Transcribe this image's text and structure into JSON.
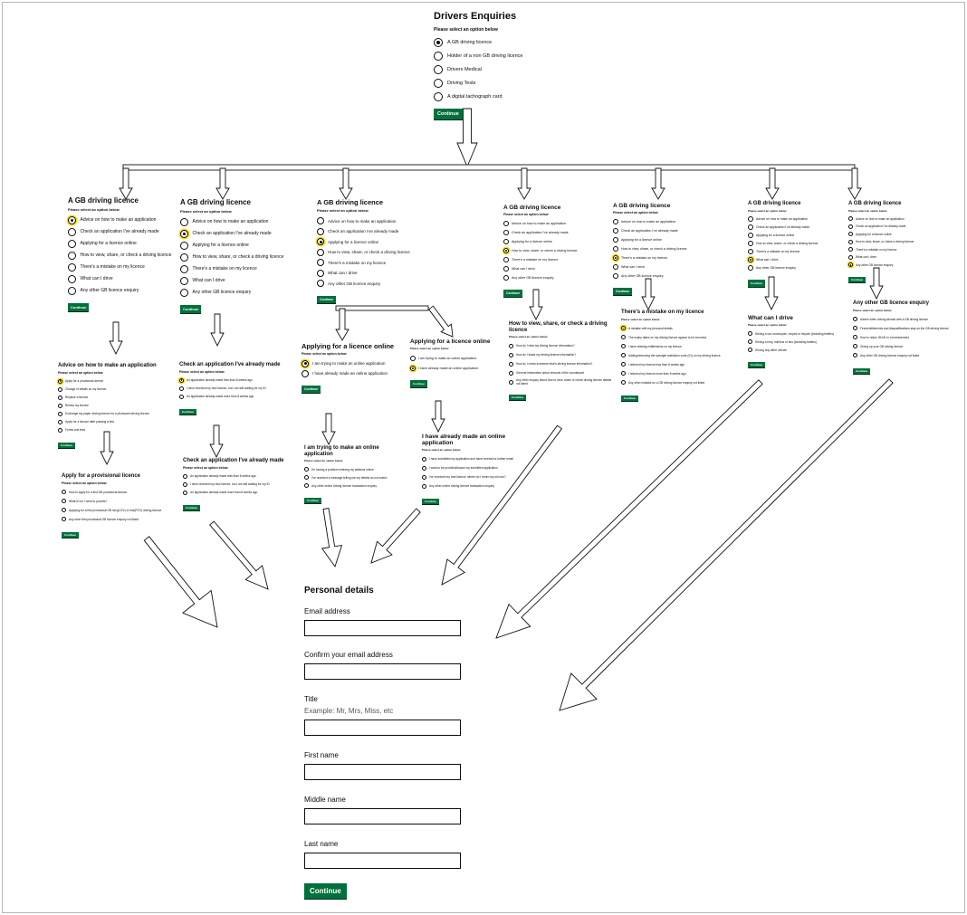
{
  "root": {
    "title": "Drivers Enquiries",
    "legend": "Please select an option below",
    "options": [
      "A GB driving licence",
      "Holder of a non GB driving licence",
      "Drivers Medical",
      "Driving Tests",
      "A digital tachograph card"
    ],
    "selected_index": 0,
    "button": "Continue"
  },
  "gb": {
    "title": "A GB driving licence",
    "legend": "Please select an option below",
    "options": [
      "Advice on how to make an application",
      "Check an application I've already made",
      "Applying for a licence online",
      "How to view, share, or check a driving licence",
      "There's a mistake on my licence",
      "What can I drive",
      "Any other GB licence enquiry"
    ],
    "button": "Continue"
  },
  "advice": {
    "title": "Advice on how to make an application",
    "legend": "Please select an option below",
    "options": [
      "Apply for a provisional licence",
      "Change of details on my licence",
      "Replace a licence",
      "Renew my licence",
      "Exchange my paper driving licence for a photocard driving licence",
      "Apply for a licence after passing a test",
      "Forms and fees"
    ],
    "button": "Continue"
  },
  "provisional": {
    "title": "Apply for a provisional licence",
    "legend": "Please select an option below",
    "options": [
      "How to apply for a first GB provisional licence",
      "What ID do I need to provide?",
      "Applying for a first provisional GB lorry(LGV) or bus(PCV) driving licence",
      "Any other first provisional GB licence enquiry not listed"
    ],
    "button": "Continue"
  },
  "check1": {
    "title": "Check an application I've already made",
    "legend": "Please select an option below",
    "options": [
      "An application already made less than 8 weeks ago",
      "I have received my new licence, but I am still waiting for my ID",
      "An application already made more than 8 weeks ago"
    ],
    "button": "Continue"
  },
  "check2": {
    "title": "Check an application I've already made",
    "legend": "Please select an option below",
    "options": [
      "An application already made less than 8 weeks ago",
      "I have received my new licence, but I am still waiting for my ID",
      "An application already made more than 8 weeks ago"
    ],
    "button": "Continue"
  },
  "online1": {
    "title": "Applying for a licence online",
    "legend": "Please select an option below",
    "options": [
      "I am trying to make an online application",
      "I have already made an online application"
    ],
    "button": "Continue"
  },
  "online2": {
    "title": "Applying for a licence online",
    "legend": "Please select an option below",
    "options": [
      "I am trying to make an online application",
      "I have already made an online application"
    ],
    "button": "Continue"
  },
  "trying": {
    "title": "I am trying to make an online application",
    "legend": "Please select an option below",
    "options": [
      "I'm having a problem entering my address online",
      "I've received a message telling me my details do not match",
      "Any other online driving licence transaction enquiry"
    ],
    "button": "Continue"
  },
  "already": {
    "title": "I have already made an online application",
    "legend": "Please select an option below",
    "options": [
      "I have submitted my application and have received a further email",
      "I want to be provided/cancel my submitted application",
      "I've received my new licence, where do I return my old one?",
      "Any other online driving licence transaction enquiry"
    ],
    "button": "Continue"
  },
  "view": {
    "title": "How to view, share, or check a driving licence",
    "legend": "Please select an option below",
    "options": [
      "How do I view my driving licence information?",
      "How do I share my driving licence information?",
      "How do I check someone else's driving licence information?",
      "General information about removal of the counterpart",
      "Any other enquiry about how to view, share or check driving licence details not listed"
    ],
    "button": "Continue"
  },
  "mistake": {
    "title": "There's a mistake on my licence",
    "legend": "Please select an option below",
    "options": [
      "A mistake with my personal details",
      "The expiry dates on my driving licence appear to be incorrect",
      "I have missing entitlements on my licence",
      "Adding/removing the eyesight restriction code (01) on my driving licence",
      "I returned my licence less than 8 weeks ago",
      "I returned my licence more than 8 weeks ago",
      "Any other mistake on a GB driving licence enquiry not listed"
    ],
    "button": "Continue"
  },
  "drive": {
    "title": "What can I drive",
    "legend": "Please select an option below",
    "options": [
      "Driving a car, motorcycle, moped or tricycle (including trailers)",
      "Driving a lorry, minibus or bus (including trailers)",
      "Driving any other vehicle"
    ],
    "button": "Continue"
  },
  "other": {
    "title": "Any other GB licence enquiry",
    "legend": "Please select an option below",
    "options": [
      "Advice when driving abroad with a GB driving licence",
      "Fees/entitlements and disqualifications stay on the GB driving licence",
      "How to return ID/UK in a bereavement",
      "Giving up your GB driving licence",
      "Any other GB driving licence enquiry not listed"
    ],
    "button": "Continue"
  },
  "personal": {
    "title": "Personal details",
    "email_label": "Email address",
    "confirm_label": "Confirm your email address",
    "title_label": "Title",
    "title_hint": "Example: Mr, Mrs, Miss, etc",
    "first_label": "First name",
    "middle_label": "Middle name",
    "last_label": "Last name",
    "button": "Continue"
  }
}
